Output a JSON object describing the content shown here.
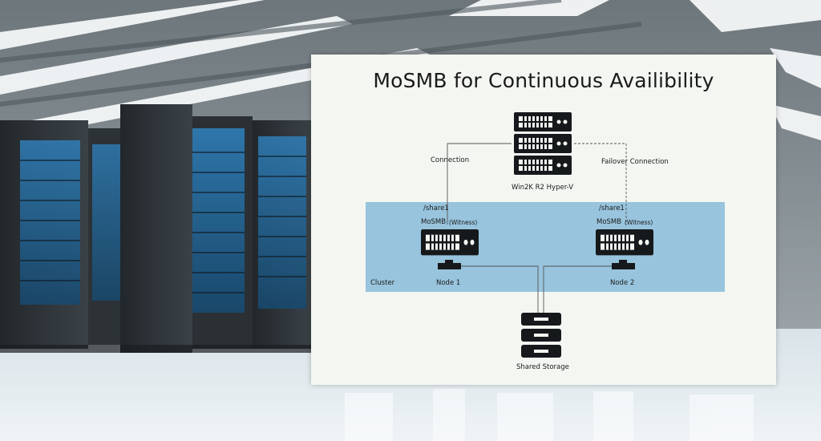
{
  "diagram": {
    "title": "MoSMB for Continuous Availibility",
    "nodes": {
      "hyperv": {
        "label": "Win2K R2 Hyper-V",
        "icon": "server-rack-icon"
      },
      "witness_left": {
        "label": "MoSMB",
        "role": "(Witness)",
        "share": "/share1",
        "icon": "server-unit-icon"
      },
      "witness_right": {
        "label": "MoSMB",
        "role": "(Witness)",
        "share": "/share1",
        "icon": "server-unit-icon"
      },
      "node1": {
        "label": "Node 1",
        "icon": "network-port-icon"
      },
      "node2": {
        "label": "Node 2",
        "icon": "network-port-icon"
      },
      "storage": {
        "label": "Shared Storage",
        "icon": "storage-stack-icon"
      }
    },
    "cluster_label": "Cluster",
    "edges": {
      "connection": {
        "label": "Connection",
        "style": "solid"
      },
      "failover": {
        "label": "Failover Connection",
        "style": "dashed"
      }
    }
  },
  "colors": {
    "cluster_fill": "#98c4dd",
    "card_bg": "#f3f6f1",
    "icon": "#16191c",
    "line": "#555555"
  }
}
